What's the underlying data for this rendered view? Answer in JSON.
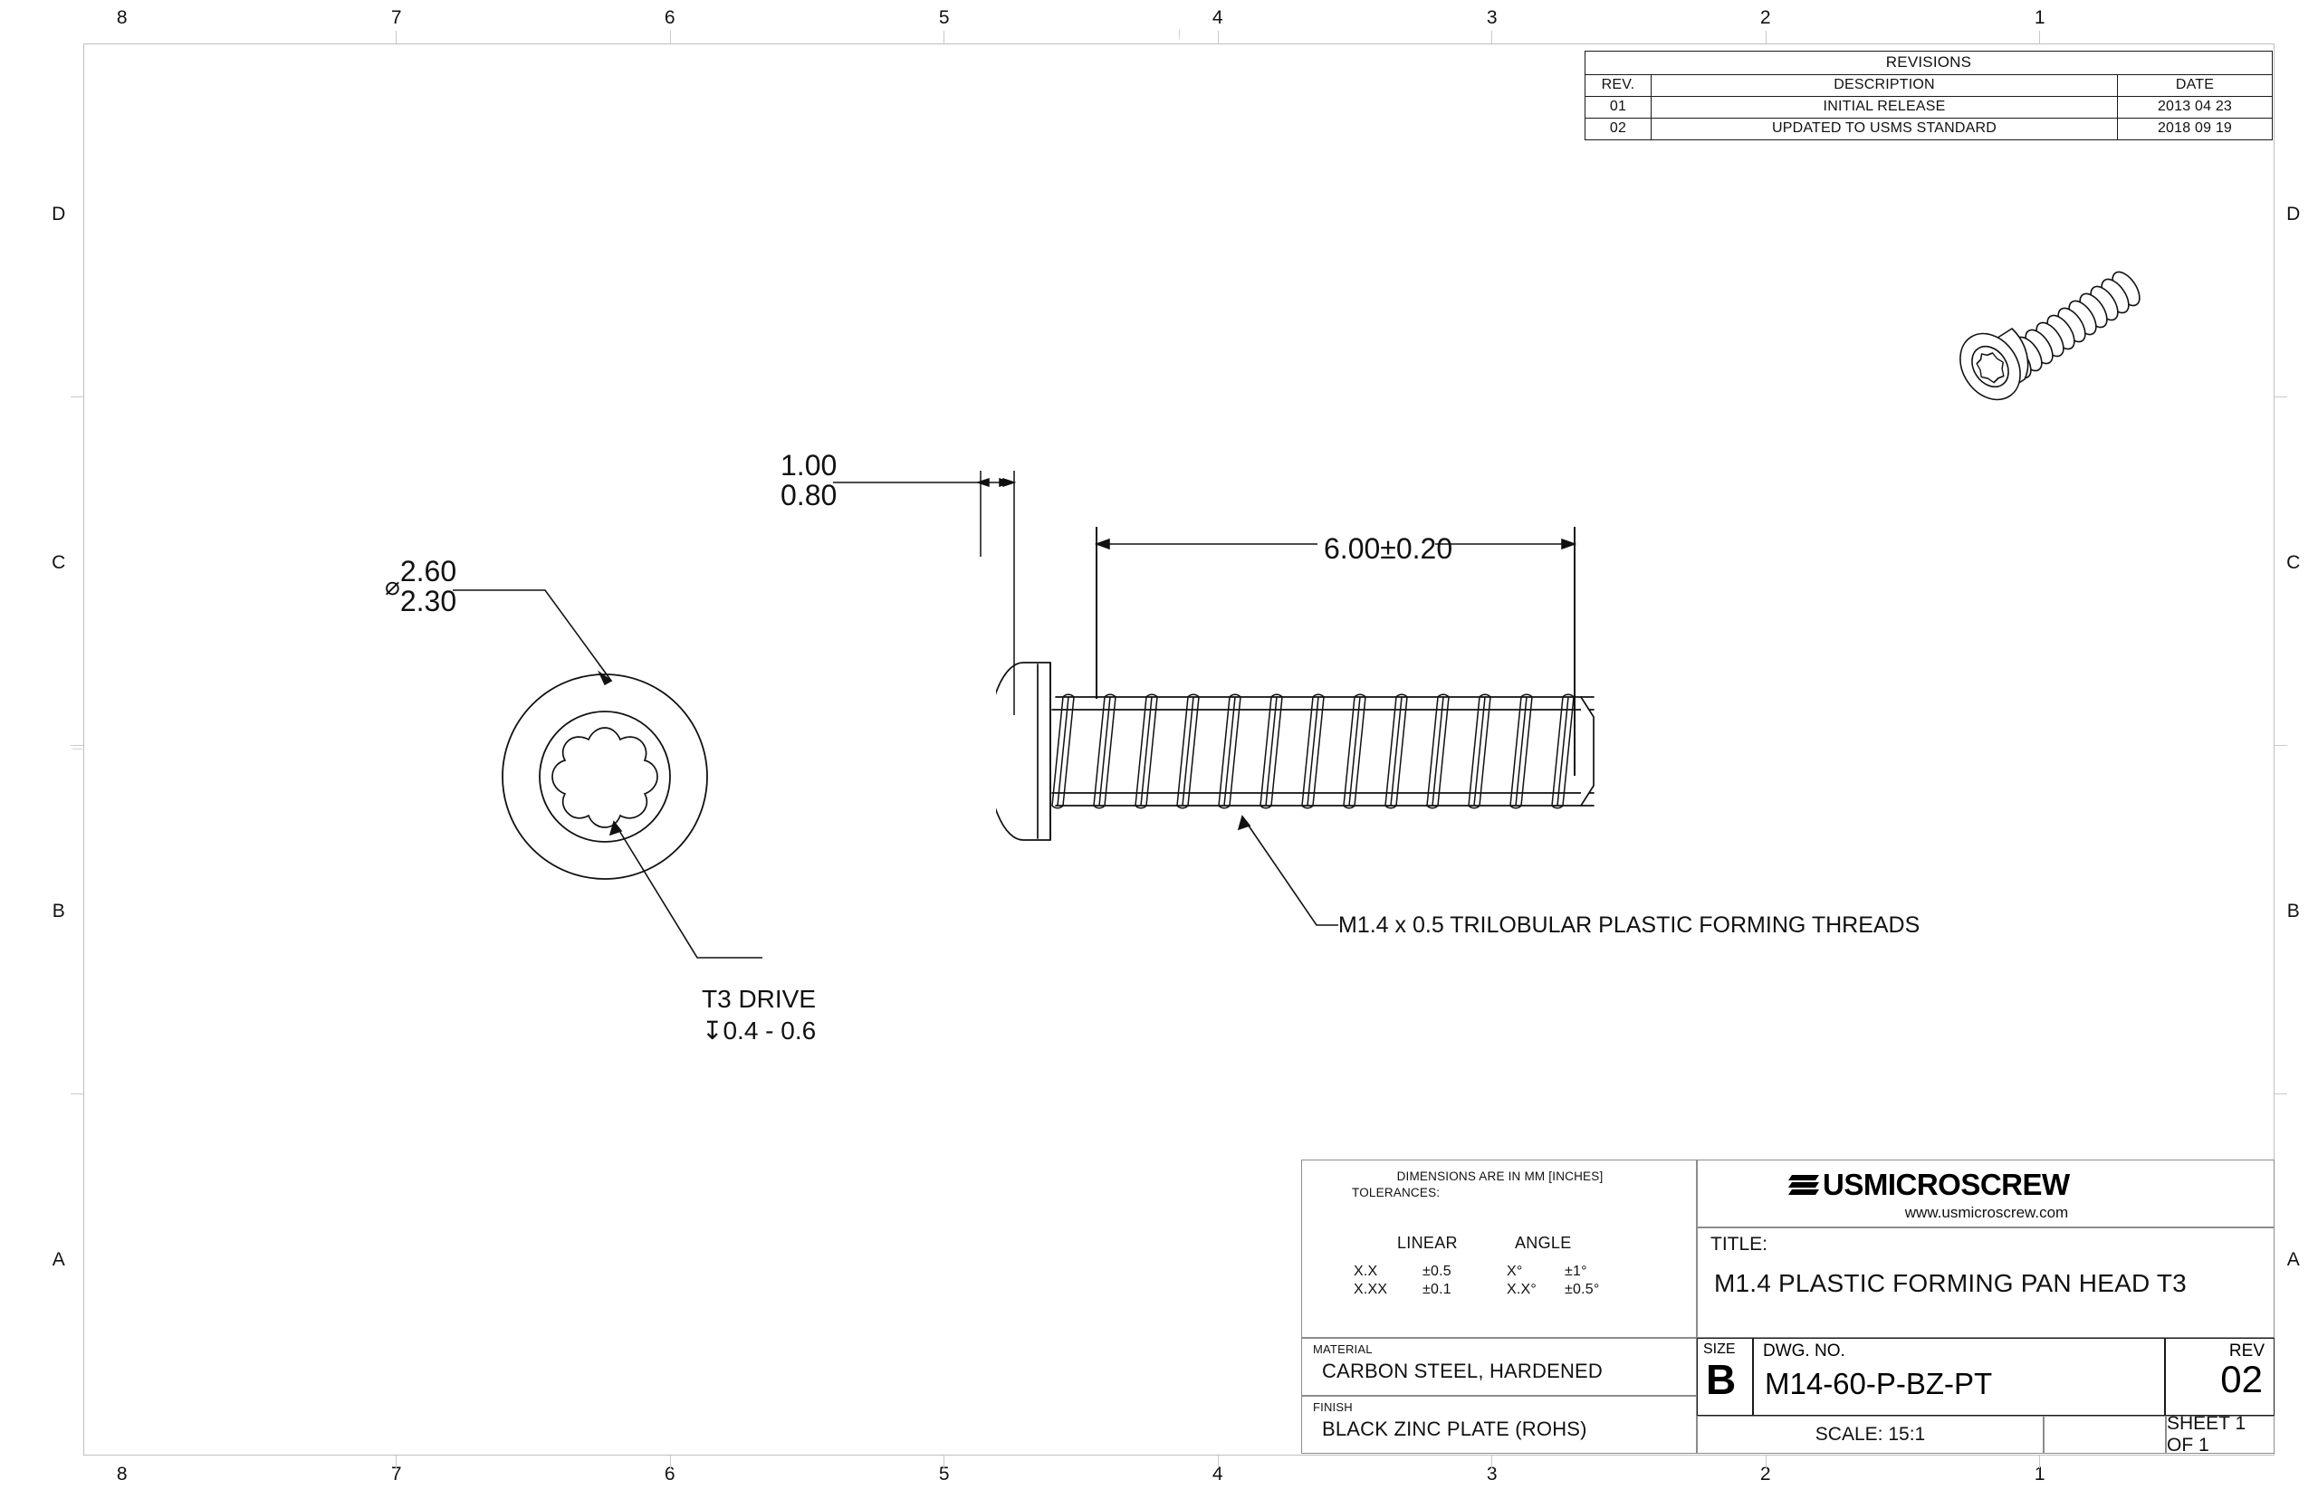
{
  "sheet": {
    "zones_top": [
      "8",
      "7",
      "6",
      "5",
      "4",
      "3",
      "2",
      "1"
    ],
    "zones_bottom": [
      "8",
      "7",
      "6",
      "5",
      "4",
      "3",
      "2",
      "1"
    ],
    "zones_left": [
      "D",
      "C",
      "B",
      "A"
    ],
    "zones_right": [
      "D",
      "C",
      "B",
      "A"
    ]
  },
  "revisions": {
    "header": "REVISIONS",
    "columns": [
      "REV.",
      "DESCRIPTION",
      "DATE"
    ],
    "rows": [
      {
        "rev": "01",
        "description": "INITIAL RELEASE",
        "date": "2013 04 23"
      },
      {
        "rev": "02",
        "description": "UPDATED TO USMS STANDARD",
        "date": "2018 09 19"
      }
    ]
  },
  "annotations": {
    "head_diameter_upper": "2.60",
    "head_diameter_lower": "2.30",
    "diameter_symbol": "⌀",
    "head_height_upper": "1.00",
    "head_height_lower": "0.80",
    "overall_length": "6.00±0.20",
    "drive_note_line1": "T3 DRIVE",
    "drive_depth_symbol": "↧",
    "drive_note_line2": "0.4 - 0.6",
    "thread_note": "M1.4 x 0.5 TRILOBULAR PLASTIC FORMING THREADS"
  },
  "title_block": {
    "units_note_line1": "DIMENSIONS ARE IN MM [INCHES]",
    "units_note_line2": "TOLERANCES:",
    "tol_linear_header": "LINEAR",
    "tol_angle_header": "ANGLE",
    "tol_rows": [
      {
        "lin_key": "X.X",
        "lin_val": "±0.5",
        "ang_key": "X°",
        "ang_val": "±1°"
      },
      {
        "lin_key": "X.XX",
        "lin_val": "±0.1",
        "ang_key": "X.X°",
        "ang_val": "±0.5°"
      }
    ],
    "material_label": "MATERIAL",
    "material_value": "CARBON STEEL, HARDENED",
    "finish_label": "FINISH",
    "finish_value": "BLACK ZINC PLATE (ROHS)",
    "company_name": "USMICROSCREW",
    "company_url": "www.usmicroscrew.com",
    "title_label": "TITLE:",
    "title_value": "M1.4 PLASTIC FORMING PAN HEAD T3",
    "size_label": "SIZE",
    "size_value": "B",
    "dwg_label": "DWG.  NO.",
    "dwg_value": "M14-60-P-BZ-PT",
    "rev_label": "REV",
    "rev_value": "02",
    "scale_value": "SCALE: 15:1",
    "sheet_value": "SHEET 1 OF 1"
  }
}
